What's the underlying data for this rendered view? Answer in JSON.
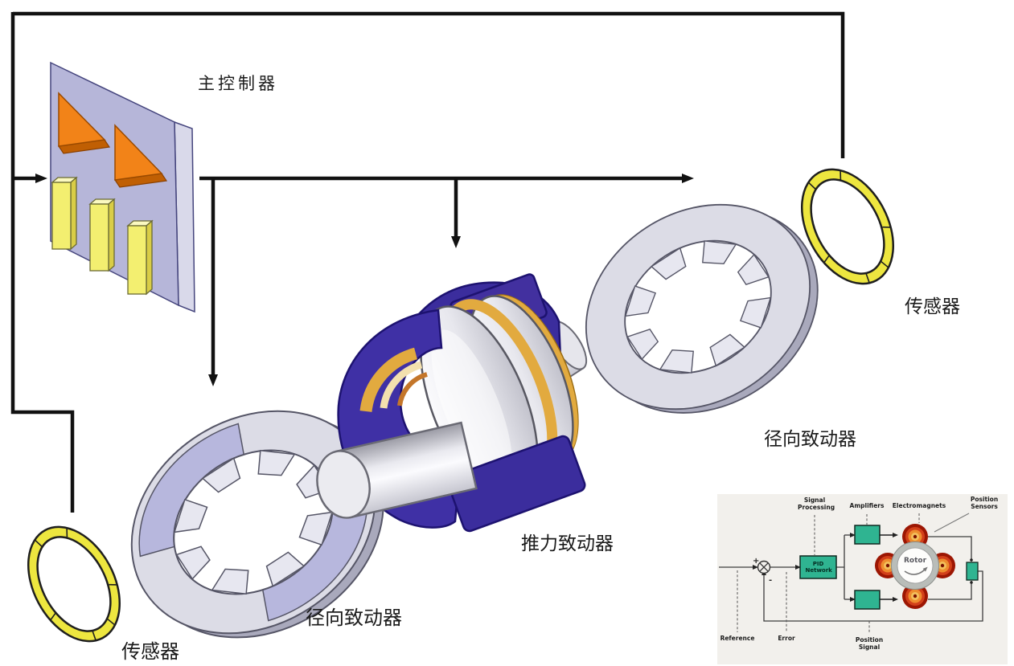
{
  "labels": {
    "main_controller": "主控制器",
    "thrust_actuator": "推力致动器",
    "radial_actuator_left": "径向致动器",
    "radial_actuator_right": "径向致动器",
    "sensor_left": "传感器",
    "sensor_right": "传感器"
  },
  "inset": {
    "signal_processing": "Signal Processing",
    "amplifiers": "Amplifiers",
    "electromagnets": "Electromagnets",
    "position_sensors": "Position Sensors",
    "pid_network": "PID Network",
    "rotor": "Rotor",
    "reference": "Reference",
    "error": "Error",
    "position_signal": "Position Signal"
  },
  "colors": {
    "connector_line": "#111111",
    "board_face": "#b6b6d9",
    "board_side": "#d9d9ea",
    "chip_orange": "#f28318",
    "bar_yellow": "#f3ef70",
    "ring_gray": "#dcdce6",
    "ring_lavender": "#b7b7dd",
    "sensor_yellow": "#ede63f",
    "housing_purple": "#3b2d9d",
    "coil_gold": "#e2aa3f",
    "shaft_silver": "#d9d9df",
    "inset_background": "#f2f0ec",
    "inset_box_green": "#2fb491",
    "magnet_red": "#9c1603",
    "magnet_orange": "#ee8c2e"
  }
}
